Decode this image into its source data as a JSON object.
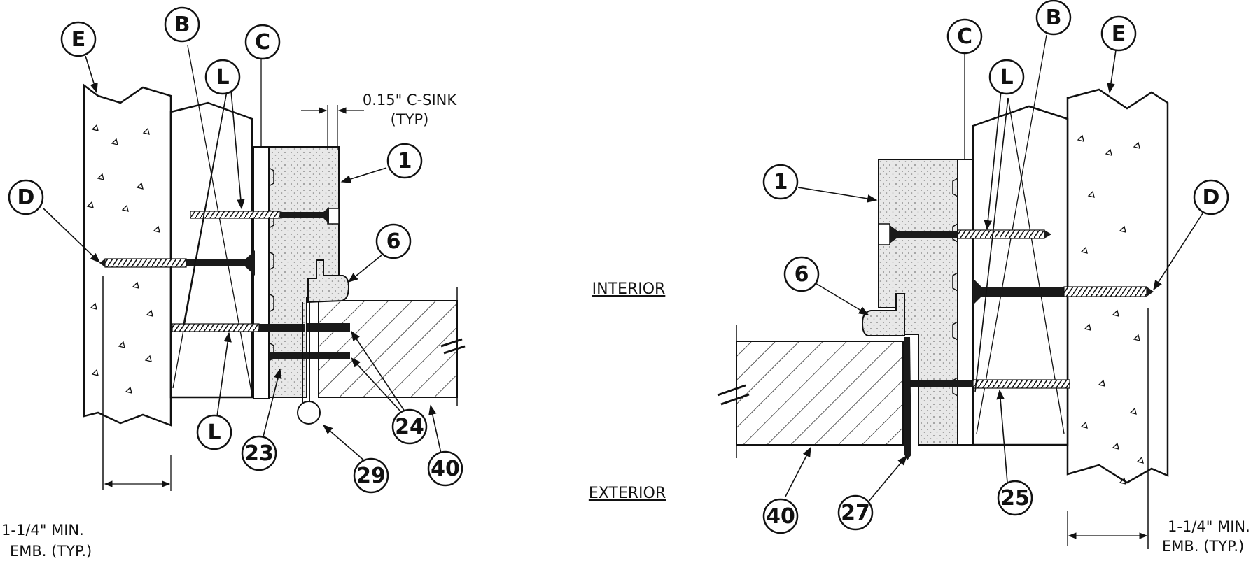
{
  "side_labels": {
    "interior": "INTERIOR",
    "exterior": "EXTERIOR"
  },
  "notes": {
    "csink_line1": "0.15\" C-SINK",
    "csink_line2": "(TYP)",
    "emb_left_line1": "1-1/4\" MIN.",
    "emb_left_line2": "EMB. (TYP.)",
    "emb_right_line1": "1-1/4\" MIN.",
    "emb_right_line2": "EMB. (TYP.)"
  },
  "callouts": {
    "left": [
      "E",
      "B",
      "C",
      "L",
      "D",
      "1",
      "6",
      "L",
      "23",
      "24",
      "29",
      "40"
    ],
    "right": [
      "C",
      "B",
      "E",
      "L",
      "1",
      "D",
      "6",
      "25",
      "40",
      "27"
    ]
  },
  "colors": {
    "line": "#111111",
    "stipple_fill": "#e6e6e6",
    "screw": "#1a1a1a"
  }
}
